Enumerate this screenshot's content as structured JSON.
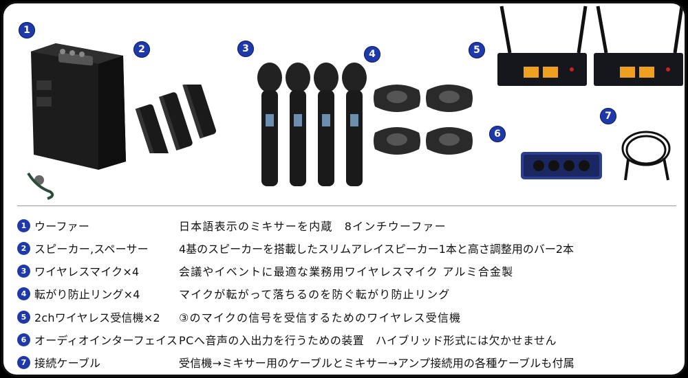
{
  "badges": [
    "1",
    "2",
    "3",
    "4",
    "5",
    "6",
    "7"
  ],
  "rows": [
    {
      "num": "1",
      "name": "ウーファー",
      "desc": "日本語表示のミキサーを内蔵　8インチウーファー"
    },
    {
      "num": "2",
      "name": "スピーカー,スペーサー",
      "desc": "4基のスピーカーを搭載したスリムアレイスピーカー1本と高さ調整用のバー2本"
    },
    {
      "num": "3",
      "name": "ワイヤレスマイク×4",
      "desc": "会議やイベントに最適な業務用ワイヤレスマイク アルミ合金製"
    },
    {
      "num": "4",
      "name": "転がり防止リング×4",
      "desc": "マイクが転がって落ちるのを防ぐ転がり防止リング"
    },
    {
      "num": "5",
      "name": "2chワイヤレス受信機×2",
      "desc": "③のマイクの信号を受信するためのワイヤレス受信機"
    },
    {
      "num": "6",
      "name": "オーディオインターフェイス",
      "desc": "PCへ音声の入出力を行うための装置　ハイブリッド形式には欠かせません"
    },
    {
      "num": "7",
      "name": "接続ケーブル",
      "desc": "受信機→ミキサー用のケーブルとミキサー→アンプ接続用の各種ケーブルも付属"
    }
  ],
  "colors": {
    "badge": "#1f3aa8",
    "frame": "#111111",
    "product": "#1a1a1a",
    "display": "#f0a020",
    "interface": "#2a3f8f"
  }
}
